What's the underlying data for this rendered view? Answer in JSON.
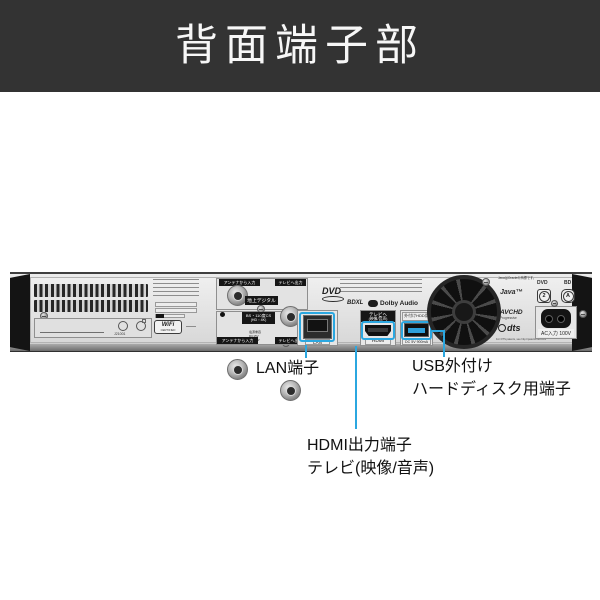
{
  "header": {
    "title": "背面端子部"
  },
  "colors": {
    "accent_blue": "#2ba7e0",
    "header_bg": "#333333"
  },
  "device": {
    "antenna": {
      "in_top": "アンテナから入力",
      "out_top": "テレビへ出力",
      "terrestrial": "地上デジタル",
      "bs1": "BS・110度CS",
      "bs2": "(HD・4K)",
      "power1": "電源重畳",
      "power2": "DC15V",
      "power3": "最大4W",
      "in_bottom": "アンテナから入力",
      "out_bottom": "テレビへ出力"
    },
    "lan": {
      "port_label": "LAN"
    },
    "hdmi": {
      "top1": "テレビへ",
      "top2": "(映像/音声)",
      "bottom": "HDMI"
    },
    "usb": {
      "top": "外付けHDD用",
      "bottom": "DC 5V 900mA"
    },
    "power": {
      "ac_label": "AC入力 100V"
    },
    "logos": {
      "dvd_video": "DVD",
      "bdxl": "BDXL",
      "dolby": "Dolby Audio",
      "avchd": "AVCHD",
      "avchd_sub": "Progressive",
      "dts": "dts",
      "dts_note": "For DTS patents, see http://patents.dts.com",
      "java": "Java™",
      "java_note": "JavaはOracleの商標です。",
      "wifi1": "WiFi",
      "wifi2": "CERTIFIED",
      "dvd_badge_text": "DVD",
      "dvd_badge_region": "2",
      "bd_badge_text": "BD",
      "bd_badge_region": "A",
      "serial": "J21001"
    }
  },
  "callouts": {
    "lan": "LAN端子",
    "usb1": "USB外付け",
    "usb2": "ハードディスク用端子",
    "hdmi1": "HDMI出力端子",
    "hdmi2": "テレビ(映像/音声)"
  }
}
